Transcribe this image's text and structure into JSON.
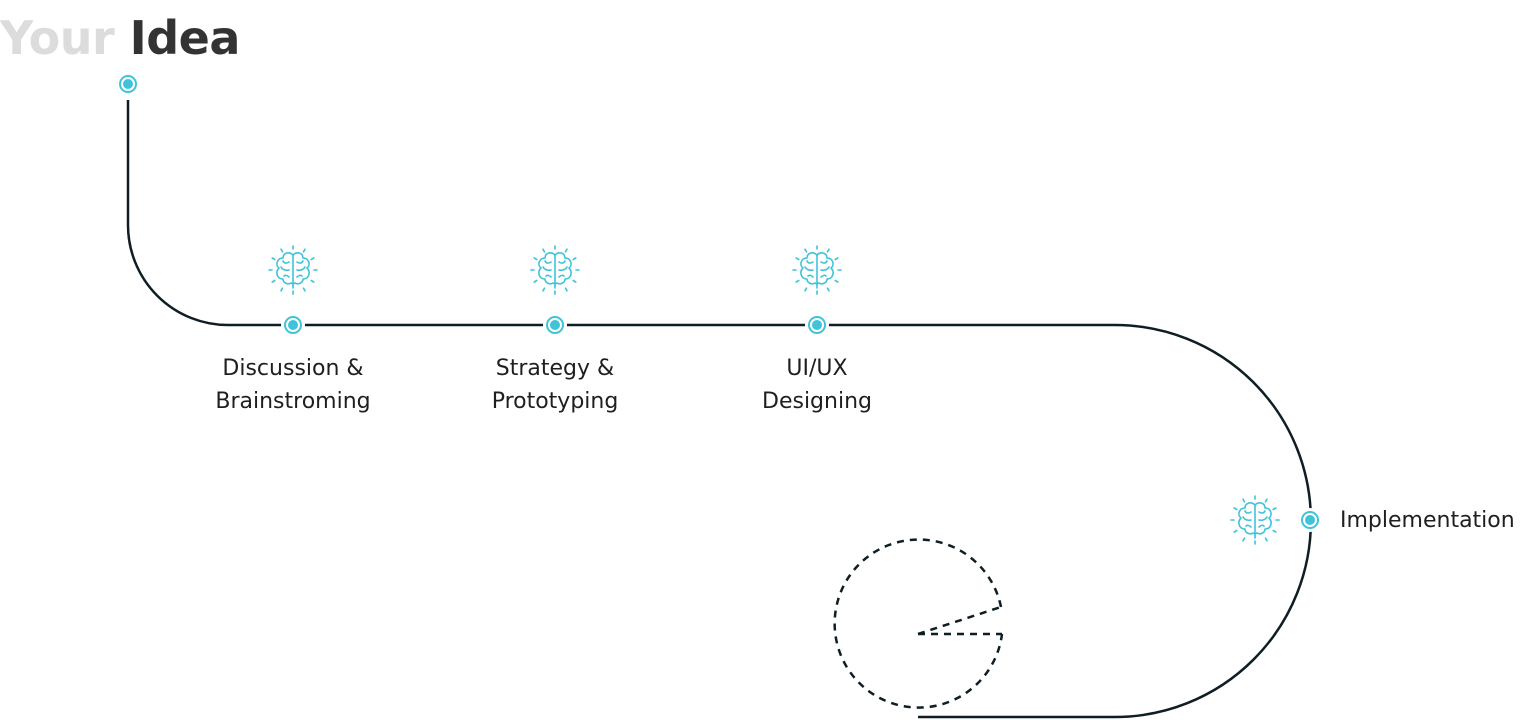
{
  "title": {
    "part1": "Your",
    "part2": "Idea"
  },
  "colors": {
    "accent": "#3ec3da",
    "line": "#0f1e24",
    "title_muted": "#dcdcdc",
    "title_strong": "#333333"
  },
  "steps": [
    {
      "line1": "Discussion &",
      "line2": "Brainstroming",
      "icon": "brain-icon"
    },
    {
      "line1": "Strategy &",
      "line2": "Prototyping",
      "icon": "brain-icon"
    },
    {
      "line1": "UI/UX",
      "line2": "Designing",
      "icon": "brain-icon"
    },
    {
      "line1": "Implementation",
      "line2": "",
      "icon": "brain-icon"
    }
  ]
}
